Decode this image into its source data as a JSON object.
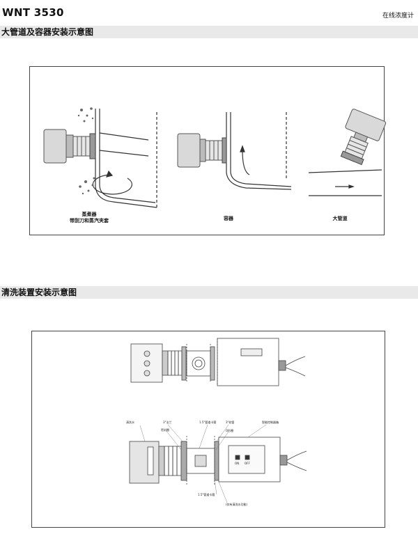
{
  "header": {
    "model": "WNT 3530",
    "category": "在线浓度计"
  },
  "sections": {
    "pipe_title": "大管道及容器安装示意图",
    "wash_title": "清洗装置安装示意图"
  },
  "pipe_diagram": {
    "caption_evaporator_line1": "蒸煮器",
    "caption_evaporator_line2": "带刮刀和蒸汽夹套",
    "caption_container": "容器",
    "caption_big_pipe": "大管道"
  },
  "wash_diagram": {
    "label_cleaning_water": "清洗水",
    "label_3in_flange": "3\"法兰",
    "label_seal": "密封圈",
    "label_15_clamp_top": "1.5\"管道卡箍",
    "label_3in_hose": "3\"软管",
    "label_o_ring": "O形圈",
    "label_control_box": "智能控制器箱",
    "label_15_clamp_bottom": "1.5\"管道卡箍",
    "label_valve_note": "(仅有清洗水功能)",
    "panel_btn_on": "ON",
    "panel_btn_off": "OFF"
  }
}
